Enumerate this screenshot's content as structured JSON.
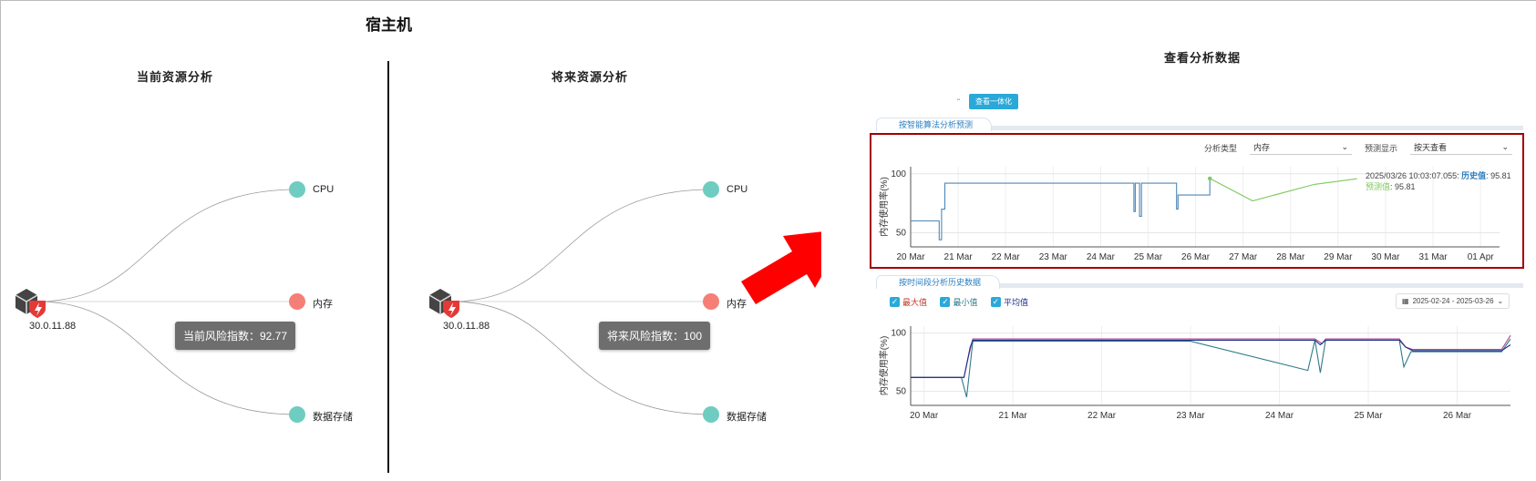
{
  "page_title": "宿主机",
  "current_panel": {
    "title": "当前资源分析",
    "ip": "30.0.11.88",
    "risk_label": "当前风险指数：92.77"
  },
  "future_panel": {
    "title": "将来资源分析",
    "ip": "30.0.11.88",
    "risk_label": "将来风险指数：100"
  },
  "nodes": [
    {
      "label": "CPU",
      "color": "#6ecdc0"
    },
    {
      "label": "内存",
      "color": "#f57f76"
    },
    {
      "label": "数据存储",
      "color": "#6ecdc0"
    }
  ],
  "right_panel": {
    "title": "查看分析数据",
    "unify_button": "查看一体化",
    "section1_title": "按智能算法分析预测",
    "analysis_type_label": "分析类型",
    "analysis_type_value": "内存",
    "forecast_label": "预测显示",
    "forecast_value": "按天查看",
    "tooltip_time": "2025/03/26 10:03:07.055",
    "tooltip_history_label": "历史值",
    "tooltip_history_value": "95.81",
    "tooltip_predict_label": "预测值",
    "tooltip_predict_value": "95.81",
    "section2_title": "按时间段分析历史数据",
    "legend": [
      {
        "label": "最大值",
        "color": "#c0392b"
      },
      {
        "label": "最小值",
        "color": "#2f7a8a"
      },
      {
        "label": "平均值",
        "color": "#1f2f8a"
      }
    ],
    "date_range": "2025-02-24 - 2025-03-26"
  },
  "chart_data": [
    {
      "type": "line",
      "ylabel": "内存使用率(%)",
      "yticks": [
        50,
        100
      ],
      "ylim": [
        38,
        106
      ],
      "xlim": [
        0,
        12.4
      ],
      "categories": [
        "20 Mar",
        "21 Mar",
        "22 Mar",
        "23 Mar",
        "24 Mar",
        "25 Mar",
        "26 Mar",
        "27 Mar",
        "28 Mar",
        "29 Mar",
        "30 Mar",
        "31 Mar",
        "01 Apr"
      ],
      "series": [
        {
          "name": "历史值",
          "color": "#4f87b8",
          "x": [
            0,
            0.6,
            0.6,
            0.65,
            0.65,
            0.72,
            0.72,
            4.7,
            4.7,
            4.73,
            4.73,
            4.82,
            4.82,
            4.86,
            4.86,
            5.6,
            5.6,
            5.63,
            5.63,
            6.3,
            6.3
          ],
          "y": [
            60,
            60,
            44,
            44,
            70,
            70,
            92,
            92,
            68,
            68,
            92,
            92,
            64,
            64,
            92,
            92,
            70,
            70,
            82,
            82,
            96
          ]
        },
        {
          "name": "预测值",
          "color": "#7dc95e",
          "x": [
            6.3,
            7.2,
            8.5,
            9.4
          ],
          "y": [
            96,
            77,
            91,
            95.81
          ]
        }
      ]
    },
    {
      "type": "line",
      "ylabel": "内存使用率(%)",
      "yticks": [
        50,
        100
      ],
      "ylim": [
        38,
        106
      ],
      "xlim": [
        -0.15,
        6.6
      ],
      "categories": [
        "20 Mar",
        "21 Mar",
        "22 Mar",
        "23 Mar",
        "24 Mar",
        "25 Mar",
        "26 Mar"
      ],
      "series": [
        {
          "name": "最大值",
          "color": "#b0458e",
          "x": [
            -0.15,
            0.45,
            0.5,
            0.55,
            4.4,
            4.48,
            4.52,
            4.55,
            5.35,
            5.42,
            5.5,
            6.5,
            6.6
          ],
          "y": [
            62,
            62,
            80,
            95,
            95,
            91,
            95,
            95,
            95,
            88,
            86,
            86,
            98
          ]
        },
        {
          "name": "最小值",
          "color": "#2f7a8a",
          "x": [
            -0.15,
            0.42,
            0.48,
            0.55,
            3.0,
            4.32,
            4.4,
            4.46,
            4.52,
            5.35,
            5.4,
            5.48,
            6.5,
            6.6
          ],
          "y": [
            62,
            62,
            45,
            93,
            93,
            68,
            94,
            66,
            94,
            94,
            71,
            84,
            84,
            95
          ]
        },
        {
          "name": "平均值",
          "color": "#1f2f8a",
          "x": [
            -0.15,
            0.45,
            0.52,
            0.55,
            4.4,
            4.46,
            4.52,
            5.35,
            5.42,
            5.5,
            6.5,
            6.6
          ],
          "y": [
            62,
            62,
            88,
            94,
            94,
            90,
            94,
            94,
            88,
            85,
            85,
            90
          ]
        }
      ]
    }
  ]
}
